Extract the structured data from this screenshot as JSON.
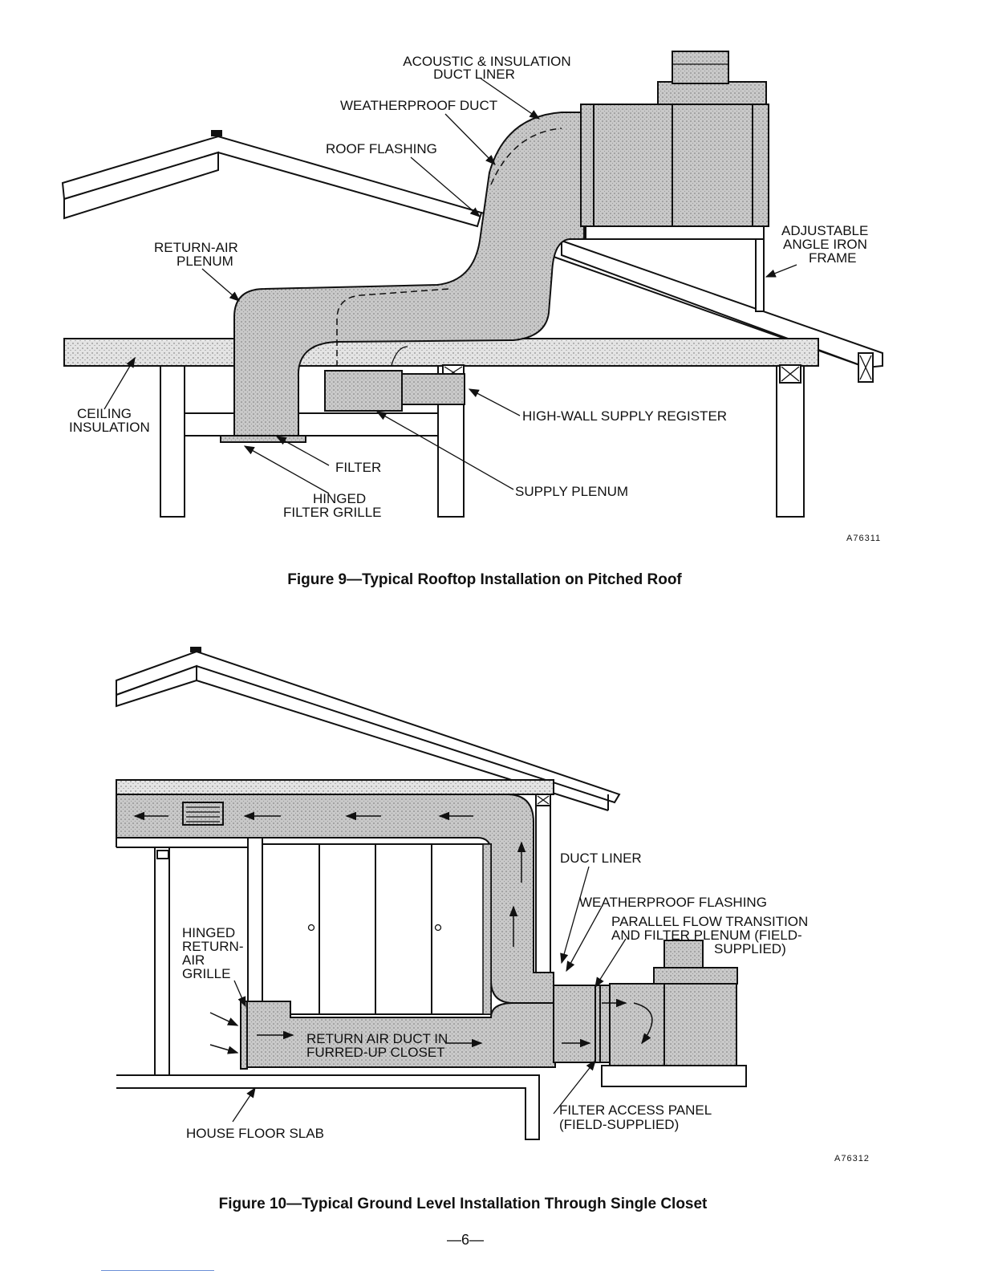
{
  "figure9": {
    "labels": {
      "acoustic": [
        "ACOUSTIC & INSULATION",
        "DUCT LINER"
      ],
      "weatherproof_duct": "WEATHERPROOF DUCT",
      "roof_flashing": "ROOF FLASHING",
      "return_air_plenum": [
        "RETURN-AIR",
        "PLENUM"
      ],
      "adjustable_frame": [
        "ADJUSTABLE",
        "ANGLE IRON",
        "FRAME"
      ],
      "ceiling_insulation": [
        "CEILING",
        "INSULATION"
      ],
      "high_wall_register": "HIGH-WALL SUPPLY REGISTER",
      "filter": "FILTER",
      "hinged_filter_grille": [
        "HINGED",
        "FILTER GRILLE"
      ],
      "supply_plenum": "SUPPLY PLENUM"
    },
    "code": "A76311",
    "caption": "Figure 9—Typical Rooftop Installation on Pitched Roof"
  },
  "figure10": {
    "labels": {
      "duct_liner": "DUCT LINER",
      "weatherproof_flashing": "WEATHERPROOF FLASHING",
      "parallel_flow": [
        "PARALLEL FLOW TRANSITION",
        "AND FILTER PLENUM (FIELD-",
        "SUPPLIED)"
      ],
      "hinged_return": [
        "HINGED",
        "RETURN-",
        "AIR",
        "GRILLE"
      ],
      "return_air_duct": [
        "RETURN AIR DUCT IN",
        "FURRED-UP CLOSET"
      ],
      "house_floor_slab": "HOUSE FLOOR SLAB",
      "filter_access": [
        "FILTER ACCESS PANEL",
        "(FIELD-SUPPLIED)"
      ]
    },
    "code": "A76312",
    "caption": "Figure 10—Typical Ground Level Installation Through Single Closet"
  },
  "page_number": "—6—"
}
